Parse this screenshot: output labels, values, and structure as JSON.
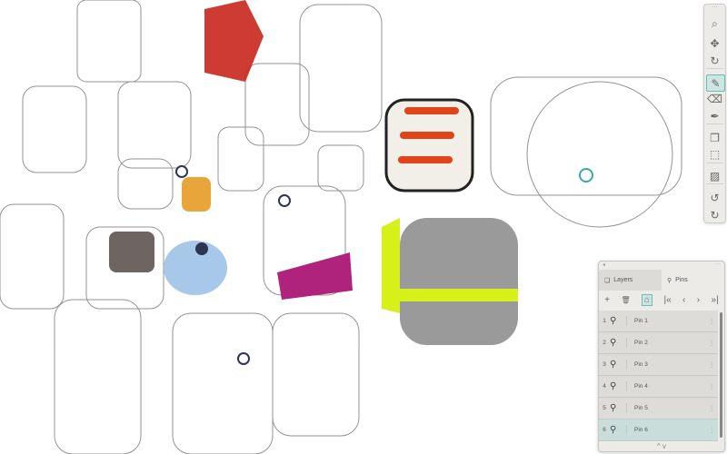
{
  "toolbar": {
    "items": [
      {
        "name": "search-icon",
        "glyph": "⌕"
      },
      {
        "name": "move-icon",
        "glyph": "✥"
      },
      {
        "name": "rotate-icon",
        "glyph": "↻"
      },
      {
        "name": "brush-icon",
        "glyph": "✎",
        "selected": true
      },
      {
        "name": "eraser-icon",
        "glyph": "⌫"
      },
      {
        "name": "eyedropper-icon",
        "glyph": "✒"
      },
      {
        "name": "layer-copy-icon",
        "glyph": "❐"
      },
      {
        "name": "selection-icon",
        "glyph": "⬚"
      },
      {
        "name": "image-icon",
        "glyph": "▨"
      },
      {
        "name": "undo-icon",
        "glyph": "↺"
      },
      {
        "name": "redo-icon",
        "glyph": "↻"
      }
    ]
  },
  "panel": {
    "tabs": [
      {
        "label": "Layers",
        "active": false
      },
      {
        "label": "Pins",
        "active": true
      }
    ],
    "tools": {
      "add": "+",
      "delete": "🗑",
      "pin": "⌂",
      "first": "|«",
      "prev": "‹",
      "next": "›",
      "last": "»|"
    },
    "pins": [
      {
        "num": "1",
        "label": "Pin 1"
      },
      {
        "num": "2",
        "label": "Pin 2"
      },
      {
        "num": "3",
        "label": "Pin 3"
      },
      {
        "num": "4",
        "label": "Pin 4"
      },
      {
        "num": "5",
        "label": "Pin 5"
      },
      {
        "num": "6",
        "label": "Pin 6",
        "selected": true
      }
    ],
    "footer": "^ v"
  },
  "colors": {
    "accent": "#6bbcb4",
    "red": "#c8261d",
    "orange": "#e8a53a",
    "magenta": "#b0237d",
    "blue": "#a7c8e8",
    "lime": "#d6f01a",
    "grey": "#9a9a9a",
    "orange_stripe": "#e04418"
  }
}
